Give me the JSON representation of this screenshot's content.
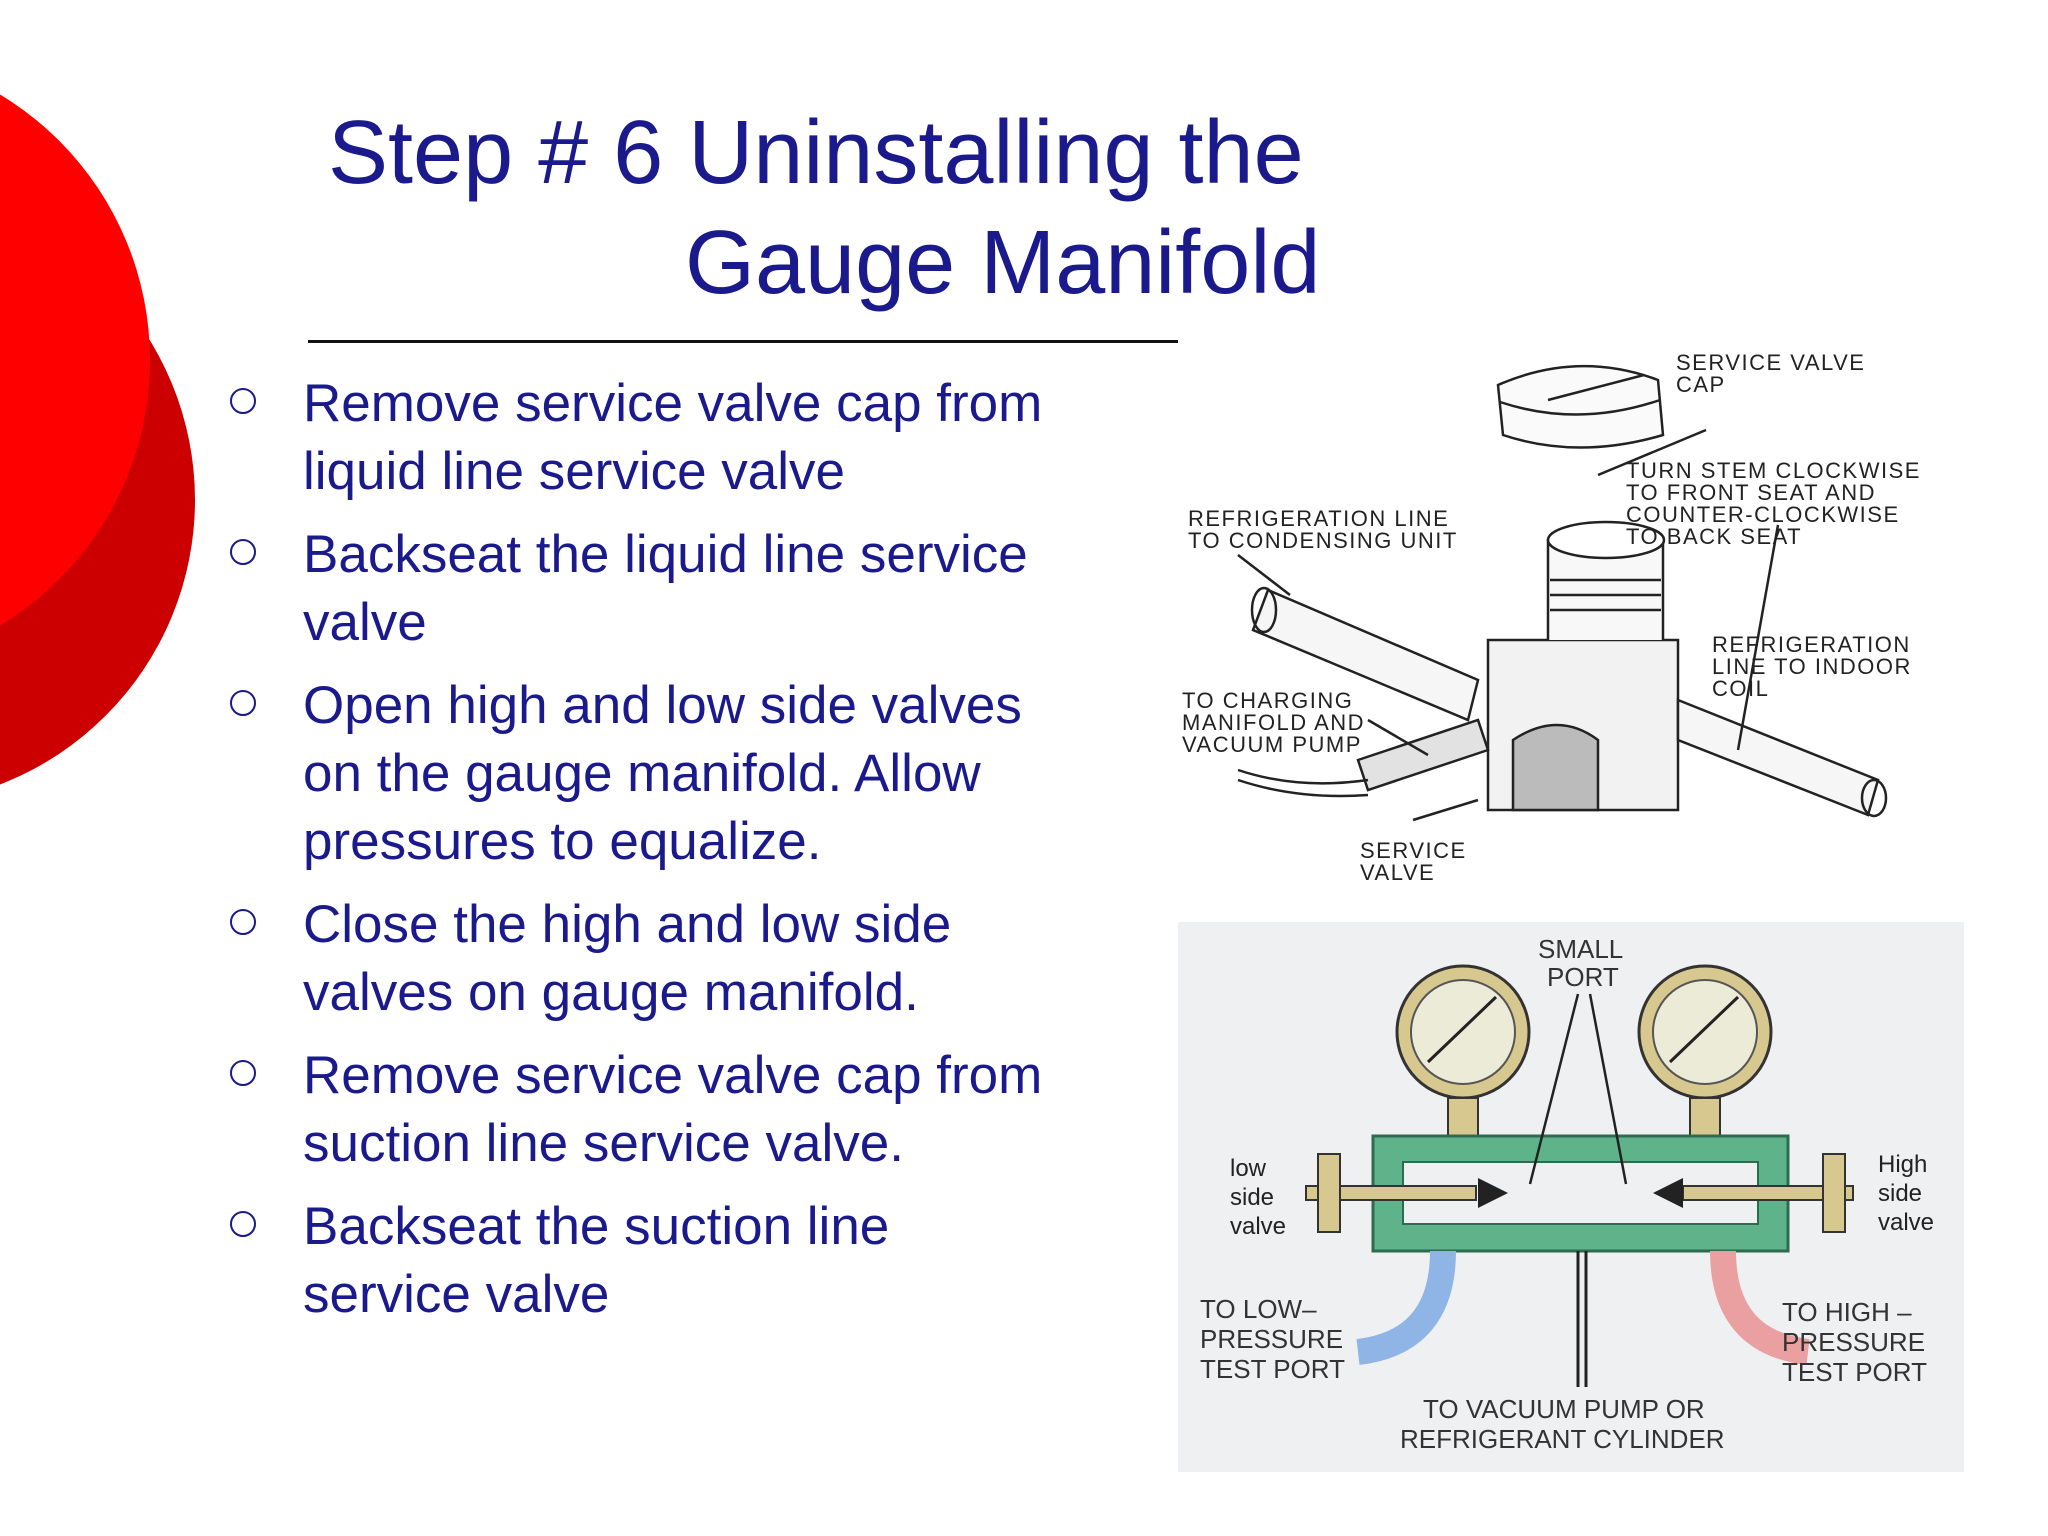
{
  "slide": {
    "title_line1": "Step # 6 Uninstalling the",
    "title_line2": "Gauge Manifold",
    "bullets": [
      {
        "line1": "Remove service valve cap from",
        "line2": "liquid line service valve"
      },
      {
        "line1": "Backseat the liquid line service",
        "line2": "valve"
      },
      {
        "line1": "Open high and low side valves",
        "line2": "on the gauge manifold. Allow",
        "line3": "pressures to equalize."
      },
      {
        "line1": "Close the high and low side",
        "line2": "valves on gauge manifold."
      },
      {
        "line1": "Remove service valve cap from",
        "line2": "suction line service valve."
      },
      {
        "line1": "Backseat the suction line",
        "line2": "service valve"
      }
    ]
  },
  "figure_valve": {
    "service_cap": [
      "SERVICE VALVE",
      "CAP"
    ],
    "turn_stem": [
      "TURN STEM CLOCKWISE",
      "TO FRONT SEAT AND",
      "COUNTER-CLOCKWISE",
      "TO BACK SEAT"
    ],
    "refrig_line_condensing": [
      "REFRIGERATION LINE",
      "TO CONDENSING UNIT"
    ],
    "refrig_line_indoor": [
      "REFRIGERATION",
      "LINE TO INDOOR",
      "COIL"
    ],
    "to_charging": [
      "TO CHARGING",
      "MANIFOLD AND",
      "VACUUM PUMP"
    ],
    "service_valve": [
      "SERVICE",
      "VALVE"
    ]
  },
  "figure_manifold": {
    "small_port": [
      "SMALL",
      "PORT"
    ],
    "low_side_valve": [
      "low",
      "side",
      "valve"
    ],
    "high_side_valve": [
      "High",
      "side",
      "valve"
    ],
    "to_low_pressure": [
      "TO LOW–",
      "PRESSURE",
      "TEST PORT"
    ],
    "to_high_pressure": [
      "TO HIGH –",
      "PRESSURE",
      "TEST PORT"
    ],
    "to_vacuum": [
      "TO VACUUM PUMP OR",
      "REFRIGERANT CYLINDER"
    ]
  },
  "colors": {
    "title": "#1a1a8c",
    "circle_front": "#ff0000",
    "circle_back": "#cc0000",
    "manifold_body": "#5fb38a",
    "gauge": "#d7c890"
  }
}
